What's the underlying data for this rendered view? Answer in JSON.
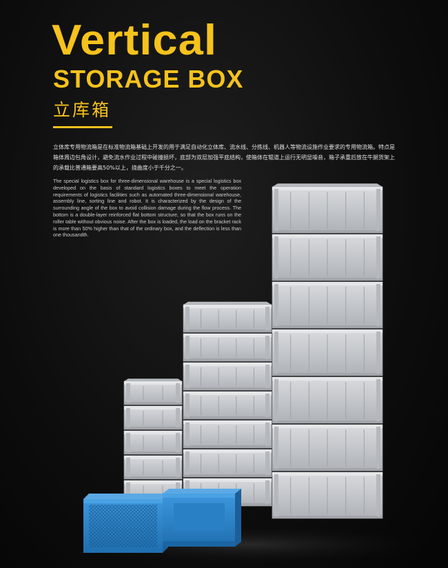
{
  "title": {
    "main": "Vertical",
    "sub": "STORAGE BOX",
    "cn": "立库箱"
  },
  "description": {
    "cn": "立体库专用物流箱是在标准物流箱基础上开发的用于满足自动化立体库、流水线、分拣线、机器人等物流设施作业要求的专用物流箱。特点是 箱体周边包角设计，避免流水作业过程中碰撞损坏，底部为双层加强平底结构，使箱体在辊道上运行无明显噪音，箱子承重后放在牛腿货架上 的承载比普通箱要高50%以上，挠曲度小于千分之一。",
    "en": "The special logistics box for three-dimensional warehouse is a special logistics box developed on the basis of standard logistics boxes to meet the operation requirements of logistics facilities such as automated three-dimensional warehouse, assembly line, sorting line and robot. It is characterized by the design of the surrounding angle of the box to avoid collision damage during the flow process. The bottom is a double-layer reinforced flat bottom structure, so that the box runs on the roller table without obvious noise. After the box is loaded, the load on the bracket rack is more than 50% higher than that of the ordinary box, and the deflection is less than one thousandth."
  },
  "colors": {
    "accent": "#f6c21c",
    "background": "#0d0d0d",
    "box_gray": "#c9ccd0",
    "box_blue": "#2f86cc"
  },
  "illustration": {
    "stacks": [
      {
        "name": "short-stack",
        "box_count": 5
      },
      {
        "name": "middle-stack",
        "box_count": 7
      },
      {
        "name": "tall-stack",
        "box_count": 7
      }
    ],
    "blue_boxes": 2
  }
}
